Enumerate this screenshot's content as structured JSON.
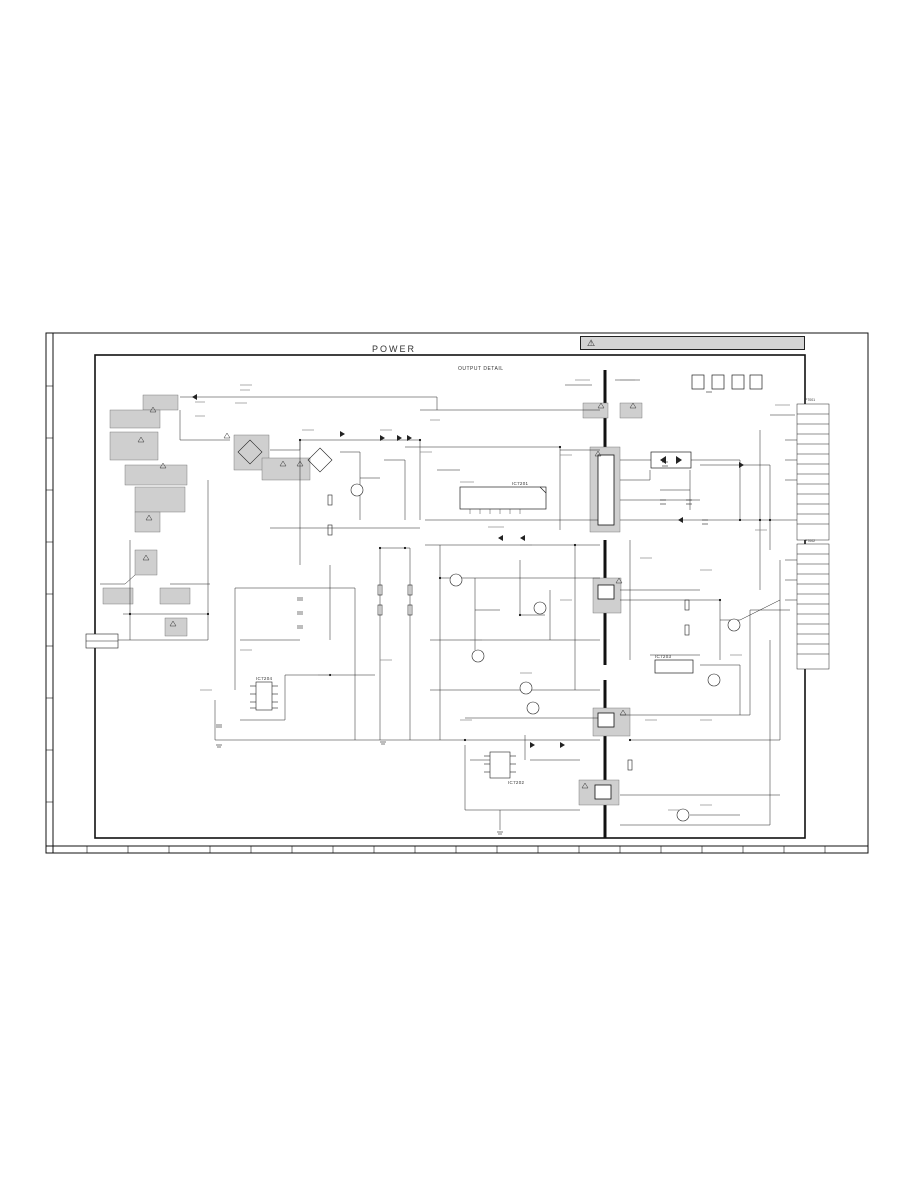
{
  "sheet": {
    "title": "POWER",
    "subtitle": "OUTPUT DETAIL",
    "warning_icon": "warning-triangle-icon",
    "warning_symbol": "⚠"
  },
  "ics": {
    "ic1": "IC7201",
    "ic2": "IC7202",
    "ic3": "IC7203",
    "ic4": "IC7204"
  },
  "connectors": {
    "right_header_1": "P7001",
    "right_header_2": "P7002"
  },
  "colors": {
    "line": "#222222",
    "shade": "#cfcfcf",
    "frame": "#111111"
  }
}
